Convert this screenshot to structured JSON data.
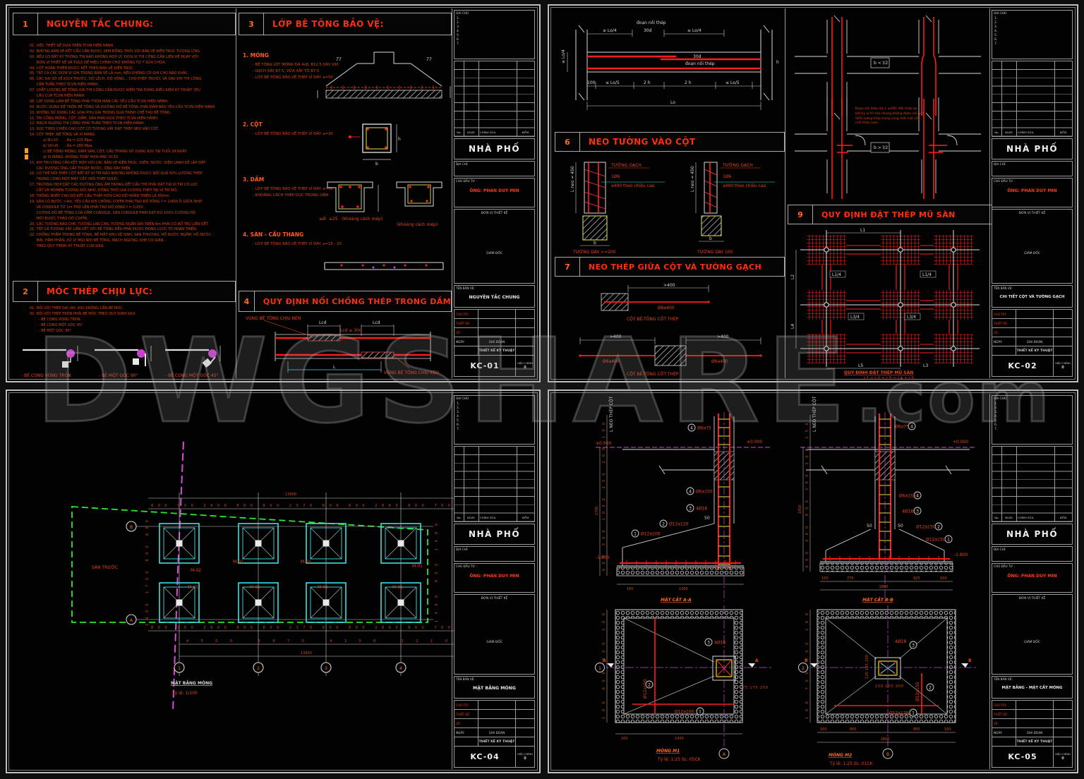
{
  "watermark": {
    "main": "DWGSHARE",
    "suffix": ".com"
  },
  "tb": {
    "ghi_chu": "GHI CHÚ",
    "note_nums": [
      "1.",
      "2.",
      "3.",
      "4.",
      "5.",
      "6.",
      "7."
    ],
    "rev": {
      "no": "No.",
      "ngay": "NGÀY.",
      "chinh_sua": "CHỈNH SỬA.",
      "kiem": "KIỂM."
    },
    "project": "NHÀ PHỐ",
    "dia_chi": "ĐỊA CHỈ:",
    "chu_dau_tu": "CHỦ ĐẦU TƯ :",
    "owner": "ÔNG:  PHAN DUY MIN",
    "don_vi": "ĐƠN VỊ THIẾT KẾ",
    "giam_doc": "GIÁM ĐỐC",
    "ten_ban_ve": "TÊN BẢN VẼ:",
    "chu_tri": "CHỦ TRÌ:",
    "thiet_ke": "THIẾT KẾ:",
    "ve": "VẼ:",
    "ngay": "NGÀY:",
    "giai_doan": "GIAI ĐOẠN",
    "stage": "THIẾT KẾ KỸ THUẬT",
    "hieu_chinh": "HIỆU CHỈNH",
    "hieu_chinh_val": "0"
  },
  "kc01": {
    "number": "KC-01",
    "title": "NGUYÊN TẮC CHUNG",
    "s1": {
      "num": "1",
      "title": "NGUYÊN TẮC CHUNG:",
      "notes": [
        "01. VIỆC THIẾT KẾ DỰA TRÊN TCVN HIỆN HÀNH.",
        "02. NHỮNG BẢN VẼ KẾT CẤU CẦN ĐƯỢC XEM ĐỒNG THỜI VỚI BẢN VẼ KIẾN TRÚC TƯƠNG ỨNG.",
        "03. NẾU CÓ BẤT KỲ THÔNG TIN NÀO KHÔNG HỢP LÝ, ĐƠN VỊ THI CÔNG CẦN LIÊN HỆ NGAY VỚI",
        "      ĐƠN VỊ THIẾT KẾ VÀ TVGS ĐỂ HIỆU CHỈNH CHỨ KHÔNG TỰ Ý SỬA CHỮA.",
        "04. CỐT HOÀN THIỆN ĐƯỢC KẾT THEO BẢN VẼ KIẾN TRÚC.",
        "05. TẤT CẢ CÁC ĐƠN VỊ GHI TRONG BẢN VẼ LÀ mm, NẾU KHÔNG CÓ GHI CHÚ NÀO KHÁC.",
        "06. CÁC SAI SỐ VỀ KÍCH THƯỚC, ĐỘ LỆCH, ĐỘ VÕNG... CHO PHÉP TRƯỚC VÀ SAU KHI THI CÔNG",
        "      CẦN TUÂN THEO TCVN HIỆN HÀNH.",
        "07. CHẤT LƯỢNG BÊ TÔNG KHI THI CÔNG CẦN ĐƯỢC KIỂM TRA ĐÚNG ĐIỀU KIỆN KỸ THUẬT YÊU",
        "      CẦU CỦA TCVN HIỆN HÀNH.",
        "08. CÁT DÙNG LÀM BÊ TÔNG PHẢI THỎA MÃN CÁC YÊU CẦU TCVN HIỆN HÀNH.",
        "09. NƯỚC DÙNG ĐỂ TRỘN BÊ TÔNG VÀ DƯỠNG HỘ BÊ TÔNG PHẢI ĐẢM BẢO YÊU CẦU TCVN HIỆN HÀNH.",
        "10. KHÔNG SỬ DỤNG CÁC LOẠI PHỤ GIA TRONG QUÁ TRÌNH CHẾ TẠO BÊ TÔNG.",
        "11. THI CÔNG MÓNG, CỘT, DẦM, SÀN PHẢI DỰA THEO TCVN HIỆN HÀNH.",
        "12. MẠCH NGỪNG THI CÔNG PHẢI TUÂN THEO TCVN HIỆN HÀNH.",
        "13. DỌC THEO CHIỀU CAO CỘT CÓ TƯỜNG XÂY ĐẶT THÉP NEO VÀO CỘT.",
        "14. CỐT THÉP, BÊ TÔNG VÀ XI MĂNG:",
        "            a/ Ø<10      : Ra = 225 Mpa.",
        "            b/ 10<Ø      : Ra = 280 Mpa.",
        "            c/ BÊ TÔNG MÓNG, DẦM SÀN, CỘT, CẦU THANG SỬ DỤNG B20 TẠI TUỔI 28 NGÀY.",
        "            d/ XI MĂNG: KHÔNG THẤP HƠN MÁC PC30.",
        "15. KHI THI CÔNG CẦN KẾT HỢP VỚI CÁC BẢN VẼ KIẾN TRÚC, ĐIỆN, NƯỚC, ĐIỆN LẠNH ĐỂ LẮP ĐẶT",
        "      CÁC ĐƯỜNG ỐNG CẤP THOÁT NƯỚC, ỐNG DÂY ĐIỆN.",
        "16. CÓ THỂ NỐI THÉP CỘT BẤT KỲ VỊ TRÍ NÀO NHƯNG KHÔNG ĐƯỢC NỐI QUÁ 50% LƯỢNG THÉP",
        "      TRONG CÙNG MỘT MẶT CẮT (NỐI THÉP SOLE).",
        "17. TRƯỜNG HỢP ĐẶT CÁC ĐƯỜNG ỐNG ÂM TRONG KẾT CẤU THÌ PHẢI ĐẶT TẠI VỊ TRÍ CÓ LỰC",
        "      CẮT VÀ MOMEN TƯƠNG ĐỐI NHỎ, ĐỒNG THỜI GIA CƯỜNG THÉP TẠI VỊ TRÍ ĐÓ.",
        "18. THỐNG NHẤT CAO ĐỘ KẾT CẤU THẤP HƠN CAO ĐỘ HOÀN THIỆN LÀ 50mm.",
        "19. SÀN CÓ BƯỚC >4m, YÊU CẦU KHI CHỐNG COFFA PHẢI TẠO ĐỘ VÕNG f = 1/400 Ở GIỮA NHỊP",
        "      VÀ CONSOLE TỪ 1m TRỞ LÊN PHẢI TẠO ĐỘ VÕNG f = 1/250.",
        "      CƯỜNG ĐỘ BÊ TÔNG CỦA DẦM CONSOLE, SÀN CONSOLE PHẢI ĐẠT ĐỦ 100% CƯỜNG ĐỘ",
        "      MỚI ĐƯỢC THÁO DỠ COFFA.",
        "20. CÁC TƯỜNG BAO CHE, TƯỜNG LAN CAN, TƯỜNG NGĂN DÀI TRÊN 4m PHẢI CÓ BỔ TRỤ LIÊN KẾT.",
        "21. TẤT CẢ TƯỜNG XÂY LIÊN KẾT VỚI BÊ TÔNG ĐỀU PHẢI ĐƯỢC ĐÓNG LƯỚI TÔ HOÀN THIỆN.",
        "22. CHỐNG THẤM TRONG BỂ TÔNG, BỀ MẶT KHU VỆ SINH, SÀN THƯỢNG, HỒ NƯỚC NGẦM, HỒ NƯỚC",
        "      MÁI, HẦM PHÂN, XỬ LÝ MỌI NƠI BÊ TÔNG, MẠCH NGỪNG, KHE CO GIÃN...",
        "      THEO QUY TRÌNH KỸ THUẬT CỦA SIKA."
      ]
    },
    "s2": {
      "num": "2",
      "title": "MÓC THÉP CHỊU LỰC:",
      "notes": [
        "01. ĐỐI VỚI THÉP GAI (AII, AIII) KHÔNG CẦN BẺ MÓC.",
        "02. ĐỐI VỚI THÉP TRÒN PHẢI BẺ MÓC THEO QUY ĐỊNH SAU:",
        "        - BẺ CONG VÒNG TRÒN.",
        "        - BẺ CONG MỘT GÓC 45°",
        "        - BẺ MỘT GÓC 90°"
      ],
      "cap1": "- BẺ CONG VÒNG TRÒN",
      "cap2": "- BẺ MỘT GÓC 90°",
      "cap3": "- BẺ CONG MỘT GÓC 45°"
    },
    "s3": {
      "num": "3",
      "title": "LỚP BÊ TÔNG BẢO VỆ:",
      "mong_head": "1. MÓNG",
      "mong_lines": [
        "- BÊ TÔNG LÓT MÓNG ĐÁ 4x6, B12.5 DÀY 100",
        "- GẠCH XÂY B7.5, VỮA XÂY TÔ B7.5",
        "- LỚP BÊ TÔNG BẢO VỆ THÉP VỈ ĐÁY: a=50"
      ],
      "cot_head": "2. CỘT",
      "cot_lines": [
        "- LỚP BÊ TÔNG BẢO VỆ THÉP VỈ ĐÁY: a=30"
      ],
      "dam_head": "3. DẦM",
      "dam_lines": [
        "- LỚP BÊ TÔNG BẢO VỆ THÉP VỈ ĐÁY: a=30",
        "- KHOẢNG CÁCH THÉP DỌC TRONG DẦM"
      ],
      "san_head": "4. SÀN - CẦU THANG",
      "san_lines": [
        "- LỚP BÊ TÔNG BẢO VỆ THÉP VỈ ĐÁY: a=15 - 20"
      ],
      "f77a": "77",
      "f77b": "77",
      "dim_b": "b",
      "dim_h": "h",
      "kc_mep1": "(khoảng cách mép)",
      "kc_mep2": "(khoảng cách mép)",
      "ge_o": "≥Ø",
      "ge_25": "≥25"
    },
    "s4": {
      "num": "4",
      "title": "QUY ĐỊNH NỐI CHỒNG THÉP TRONG DẦM",
      "label_top": "VÙNG BÊ TÔNG CHỊU NÉN",
      "label_bottom": "VÙNG BÊ TÔNG CHỊU KÉO",
      "lcd1": "Lcd",
      "lcd2": "Lcd",
      "lcd30": "Lcd ≥ 30d",
      "L": "L"
    }
  },
  "kc02": {
    "number": "KC-02",
    "title": "CHI TIẾT CỘT VÀ TƯỜNG GẠCH",
    "splice": {
      "top1": "≥ Lo/4",
      "doan1": "đoạn nối thép",
      "d30a": "30d",
      "top2": "≥ Lo/4",
      "d30b": "30d",
      "doan2": "đoạn nối thép",
      "b100": "100",
      "lo5a": "≤ Lo/5",
      "h2a": "2 h",
      "h2b": "2 h",
      "lo5b": "≤ Lo/5",
      "lo": "Lo",
      "left": "≥ Lo/4",
      "h": "h"
    },
    "s6": {
      "num": "6",
      "title": "NEO TƯỜNG VÀO CỘT",
      "w1": {
        "gach": "TƯỜNG GẠCH",
        "bar": "1Ø6",
        "sp": "a400 theo chiều cao",
        "lneo": "L neo = 450",
        "b": "b",
        "cap": "TƯỜNG DÀY >=200"
      },
      "w2": {
        "gach": "TƯỜNG GẠCH",
        "bar": "1Ø6",
        "sp": "a400 theo chiều cao",
        "lneo": "L neo = 450",
        "b": "b",
        "cap": "TƯỜNG DÀY 100"
      }
    },
    "s7": {
      "num": "7",
      "title": "NEO THÉP GIỮA CỘT VÀ TƯỜNG GẠCH",
      "d1": {
        "dim": ">400",
        "bar": "Ø6a400",
        "cap": "CỘT BÊ-TÔNG CỐT THÉP"
      },
      "d2": {
        "dima": ">400",
        "dimb": ">400",
        "bara": "Ø6a400",
        "barb": "Ø6a400",
        "cap": "CỘT BÊ-TÔNG CỐT THÉP"
      }
    },
    "junction": {
      "cond1": "b < l/2",
      "cond2": "b > l/2",
      "note": [
        "Đoạn nối thép dài L ≥30D. Nối thép tại",
        "bất kỳ vị trí nào nhưng không được nối quá",
        "50% lượng thép trong cùng một mặt cắt.",
        "(nối thép sole)"
      ]
    },
    "s9": {
      "num": "9",
      "title": "QUY ĐỊNH ĐẶT THÉP MŨ SÀN",
      "cap": "QUY ĐỊNH ĐẶT THÉP MŨ SÀN",
      "formula": "L1 ÷ L2 ÷ L3 ÷ L4 ÷ L5",
      "L1": "L1",
      "L2": "L2",
      "L3": "L3",
      "L4": "L4",
      "L5": "L5",
      "q1": "L1/4",
      "q2": "L1/4",
      "q3": "L3/4",
      "q4": "L3/4"
    }
  },
  "kc04": {
    "number": "KC-04",
    "title": "MẶT BẰNG MÓNG",
    "plan": {
      "caption": "MẶT BẰNG MÓNG",
      "scale": "Tỷ lệ: 1/100",
      "san_truoc": "SÂN TRƯỚC",
      "footings": [
        "M-02",
        "M-01",
        "M-01",
        "M-01",
        "M-01",
        "M-01",
        "M-01",
        "M-01"
      ],
      "grid_cols": [
        "1",
        "2",
        "3",
        "4"
      ],
      "grid_rows": [
        "B",
        "A"
      ],
      "total_top": "13900",
      "chain_top": [
        "800",
        "900",
        "2900",
        "800",
        "800",
        "2370",
        "800",
        "800",
        "2860",
        "800",
        "700"
      ],
      "chain_bottom": [
        "800",
        "900",
        "2900",
        "800",
        "800",
        "2370",
        "800",
        "800",
        "2860",
        "800",
        "700"
      ],
      "spans": [
        "4500",
        "3970",
        "4300",
        "1210"
      ],
      "total_bottom": "13900",
      "left_dims": [
        "1400",
        "1700",
        "800",
        "800"
      ],
      "right_dims": [
        "1400",
        "950",
        "1400"
      ]
    }
  },
  "kc05": {
    "number": "KC-05",
    "title": "MẶT BẰNG - MẶT CẮT MÓNG",
    "secA": {
      "cap": "MẶT CẮT A-A",
      "elev_l": "±0.000",
      "elev_r": "±0.000",
      "elev_b": "-1.800",
      "lneo": "L NEO THÉP CỘT",
      "total": "1700",
      "dims": [
        "600",
        "300",
        "1030",
        "250",
        "200",
        "100"
      ],
      "bot": [
        "100",
        "1300"
      ],
      "d50": "50",
      "c4a": {
        "n": "4",
        "t": "Ø6a75"
      },
      "c4b": {
        "n": "4",
        "t": "Ø6a150"
      },
      "c3": {
        "n": "3",
        "t": "4Ø18"
      },
      "c2": {
        "n": "2",
        "t": "Ø12a120"
      },
      "c1": {
        "n": "1",
        "t": "Ø12a100"
      }
    },
    "secB": {
      "cap": "MẶT CẮT B-B",
      "elev_r": "+0.000",
      "elev_b": "-1.800",
      "lneo": "L NEO THÉP CỘT",
      "total": "1650",
      "dims": [
        "600",
        "300",
        "900",
        "250",
        "200",
        "150"
      ],
      "bot": [
        "100",
        "775",
        "825",
        "100"
      ],
      "bot_total": "1800",
      "d50a": "50",
      "d50b": "50",
      "c4a": {
        "n": "4",
        "t": "Ø6a75"
      },
      "c4b": {
        "n": "4",
        "t": "Ø6a150"
      },
      "c3": {
        "n": "3",
        "t": "4Ø18"
      },
      "c2": {
        "n": "2",
        "t": "Ø12a150"
      },
      "c1": {
        "n": "1",
        "t": "Ø12a150"
      }
    },
    "m1": {
      "cap": "MÓNG M1",
      "scale": "Tỷ lệ: 1:25  SL: 05CK",
      "dims": [
        "100",
        "600",
        "600",
        "100"
      ],
      "total": "1400",
      "bot": [
        "100",
        "1400"
      ],
      "col_dims": [
        "75",
        "175",
        "250"
      ],
      "c3": {
        "n": "3",
        "t": "4Ø18"
      },
      "c2": {
        "n": "2",
        "t": "Ø12a150"
      },
      "c1": {
        "n": "1",
        "t": "Ø12a100"
      },
      "grid": "1",
      "marker": "A",
      "bubble": "A"
    },
    "m2": {
      "cap": "MÓNG M2",
      "scale": "Tỷ lệ: 1:25  SL: 01CK",
      "dims": [
        "100",
        "700",
        "700",
        "100"
      ],
      "total": "1400",
      "bot": [
        "100",
        "800",
        "800",
        "100"
      ],
      "bot_total": "1800",
      "col_dims": [
        "150",
        "150",
        "300"
      ],
      "col_dims_v": [
        "125",
        "125",
        "250"
      ],
      "c3": {
        "n": "3",
        "t": "4Ø18"
      },
      "c2": {
        "n": "2",
        "t": "Ø12a150"
      },
      "c1": {
        "n": "1",
        "t": "Ø12a120"
      },
      "grid": "2",
      "marker": "B",
      "bubble": "B"
    }
  }
}
